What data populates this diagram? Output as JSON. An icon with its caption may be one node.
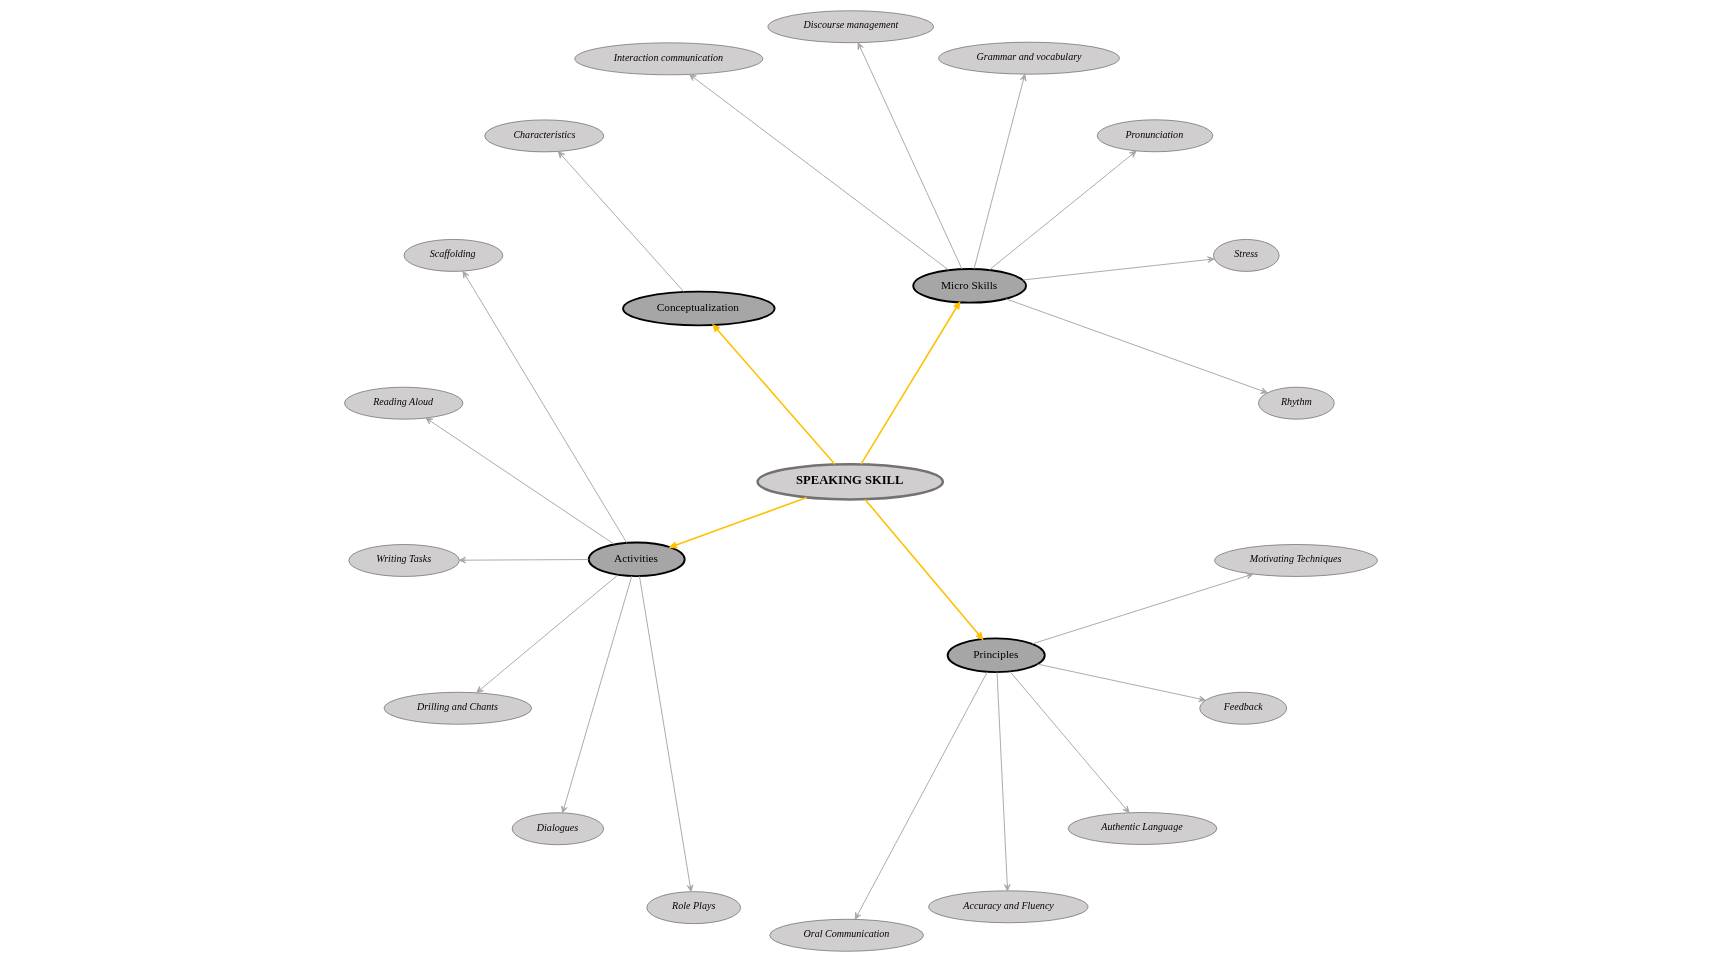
{
  "diagram": {
    "nodes": [
      {
        "text": [
          "SPEAKING SKILL"
        ]
      },
      {
        "text": [
          "Micro Skills"
        ]
      },
      {
        "text": [
          "Conceptualization"
        ]
      },
      {
        "text": [
          "Activities"
        ]
      },
      {
        "text": [
          "Principles"
        ]
      },
      {
        "text": [
          "Rhythm"
        ]
      },
      {
        "text": [
          "Stress"
        ]
      },
      {
        "text": [
          "Pronunciation"
        ]
      },
      {
        "text": [
          "Grammar and vocabulary"
        ]
      },
      {
        "text": [
          "Discourse management"
        ]
      },
      {
        "text": [
          "Interaction communication"
        ]
      },
      {
        "text": [
          "Characteristics"
        ]
      },
      {
        "text": [
          "Scaffolding"
        ]
      },
      {
        "text": [
          "Reading Aloud"
        ]
      },
      {
        "text": [
          "Writing Tasks"
        ]
      },
      {
        "text": [
          "Drilling and Chants"
        ]
      },
      {
        "text": [
          "Dialogues"
        ]
      },
      {
        "text": [
          "Role Plays"
        ]
      },
      {
        "text": [
          "Oral Communication"
        ]
      },
      {
        "text": [
          "Accuracy and Fluency"
        ]
      },
      {
        "text": [
          "Authentic Language"
        ]
      },
      {
        "text": [
          "Feedback"
        ]
      },
      {
        "text": [
          "Motivating Techniques"
        ]
      }
    ],
    "edges": [
      {
        "from": 0,
        "to": 1,
        "arrow": "to",
        "color": "#ffc000"
      },
      {
        "from": 0,
        "to": 2,
        "arrow": "to",
        "color": "#ffc000"
      },
      {
        "from": 0,
        "to": 3,
        "arrow": "to",
        "color": "#ffc000"
      },
      {
        "from": 0,
        "to": 4,
        "arrow": "to",
        "color": "#ffc000"
      },
      {
        "from": 1,
        "to": 5,
        "arrow": "to"
      },
      {
        "from": 1,
        "to": 6,
        "arrow": "to"
      },
      {
        "from": 1,
        "to": 7,
        "arrow": "to"
      },
      {
        "from": 1,
        "to": 8,
        "arrow": "to"
      },
      {
        "from": 1,
        "to": 9,
        "arrow": "to"
      },
      {
        "from": 1,
        "to": 10,
        "arrow": "to"
      },
      {
        "from": 2,
        "to": 11,
        "arrow": "to"
      },
      {
        "from": 3,
        "to": 12,
        "arrow": "to"
      },
      {
        "from": 3,
        "to": 13,
        "arrow": "to"
      },
      {
        "from": 3,
        "to": 14,
        "arrow": "to"
      },
      {
        "from": 3,
        "to": 15,
        "arrow": "to"
      },
      {
        "from": 3,
        "to": 16,
        "arrow": "to"
      },
      {
        "from": 3,
        "to": 17,
        "arrow": "to"
      },
      {
        "from": 4,
        "to": 18,
        "arrow": "to"
      },
      {
        "from": 4,
        "to": 19,
        "arrow": "to"
      },
      {
        "from": 4,
        "to": 20,
        "arrow": "to"
      },
      {
        "from": 4,
        "to": 21,
        "arrow": "to"
      },
      {
        "from": 4,
        "to": 22,
        "arrow": "to"
      }
    ]
  }
}
